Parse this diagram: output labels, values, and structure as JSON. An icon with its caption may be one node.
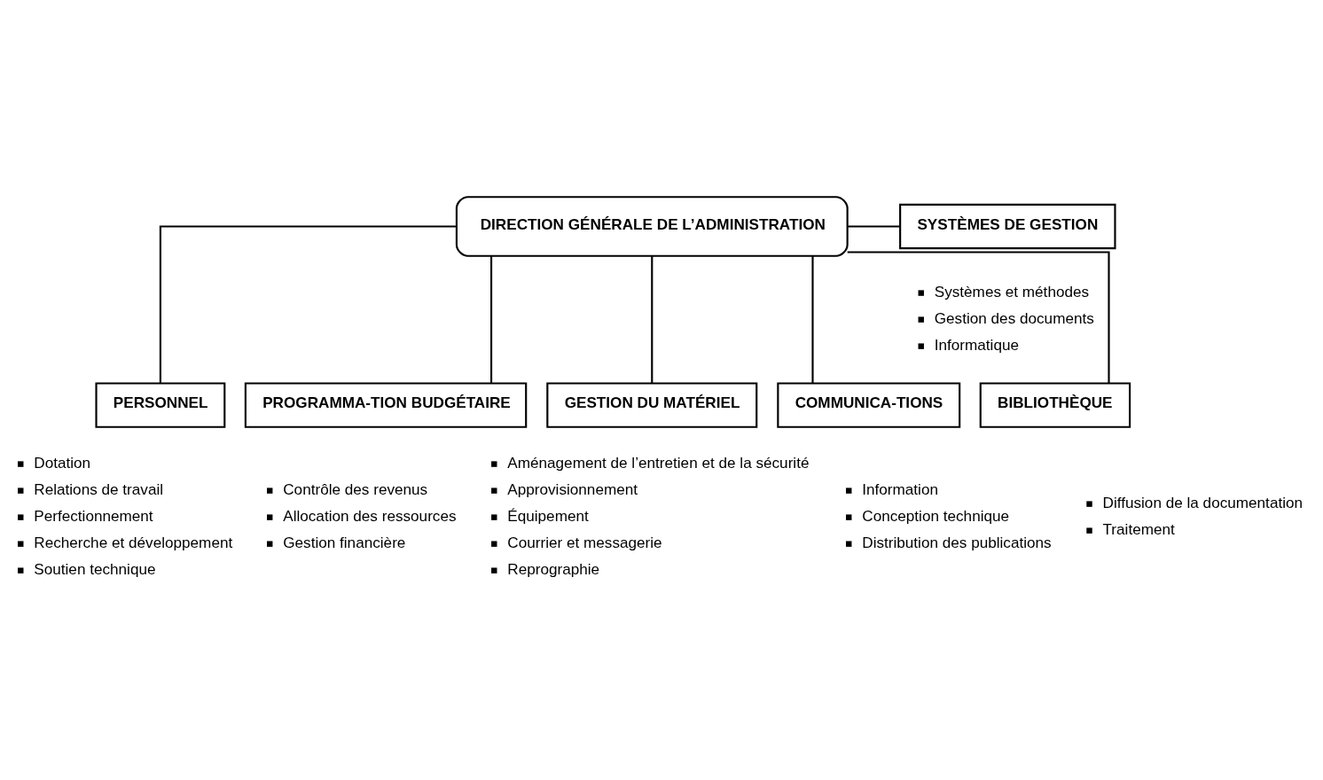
{
  "diagram": {
    "nodes": [
      {
        "text": [
          "DIRECTION GÉNÉRALE DE L’ADMINISTRATION"
        ]
      },
      {
        "text": [
          "SYSTÈMES DE GESTION"
        ],
        "beside": [
          "Systèmes et méthodes",
          "Gestion des documents",
          "Informatique"
        ]
      },
      {
        "text": [
          "PERSONNEL"
        ],
        "beside": [
          "Dotation",
          "Relations de travail",
          "Perfectionnement",
          "Recherche et développement",
          "Soutien technique"
        ]
      },
      {
        "text": [
          "PROGRAMMA-TION BUDGÉTAIRE"
        ],
        "beside": [
          "Contrôle des revenus",
          "Allocation des ressources",
          "Gestion financière"
        ]
      },
      {
        "text": [
          "GESTION DU MATÉRIEL"
        ],
        "beside": [
          "Aménagement de l’entretien et de la sécurité",
          "Approvisionnement",
          "Équipement",
          "Courrier et messagerie",
          "Reprographie"
        ]
      },
      {
        "text": [
          "COMMUNICA-TIONS"
        ],
        "beside": [
          "Information",
          "Conception technique",
          "Distribution des publications"
        ]
      },
      {
        "text": [
          "BIBLIOTHÈQUE"
        ],
        "beside": [
          "Diffusion de la documentation",
          "Traitement"
        ]
      }
    ],
    "edges": [
      {
        "from": 0,
        "to": 1,
        "arrow": "none"
      },
      {
        "from": 0,
        "to": 2,
        "arrow": "none"
      },
      {
        "from": 0,
        "to": 3,
        "arrow": "none"
      },
      {
        "from": 0,
        "to": 4,
        "arrow": "none"
      },
      {
        "from": 0,
        "to": 5,
        "arrow": "none"
      },
      {
        "from": 0,
        "to": 6,
        "arrow": "none"
      }
    ]
  }
}
